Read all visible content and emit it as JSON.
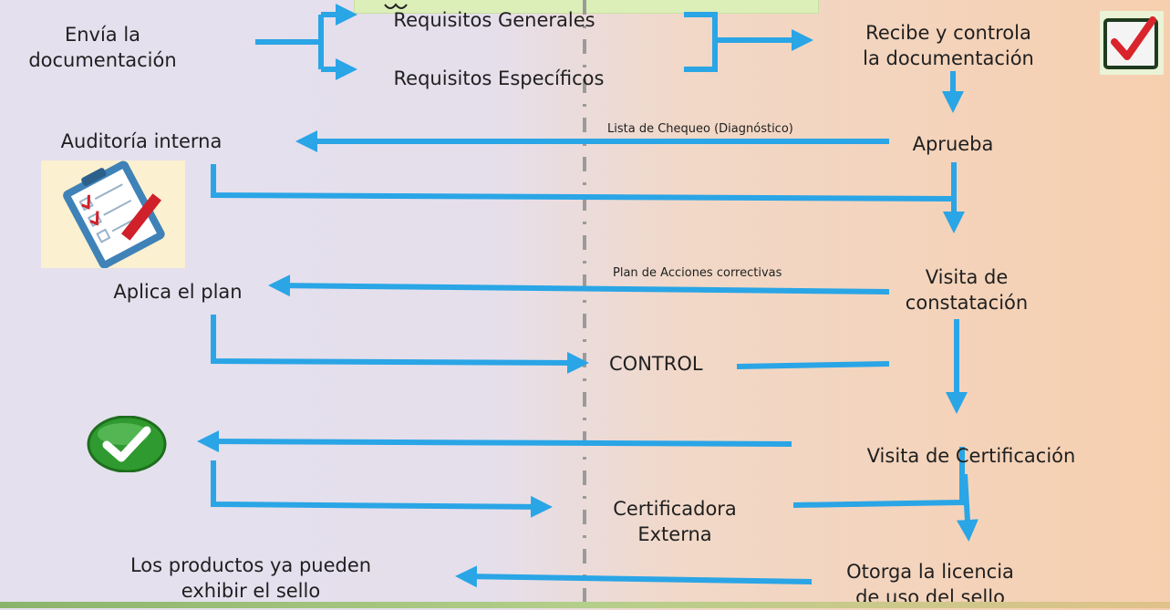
{
  "colors": {
    "arrow": "#2aa5e6",
    "divider": "#9a9a9a",
    "text": "#1f1f1f"
  },
  "left": {
    "send_docs": [
      "Envía la",
      "documentación"
    ],
    "internal_audit": "Auditoría interna",
    "apply_plan": "Aplica el plan",
    "products_seal": [
      "Los productos ya pueden",
      "exhibir el sello"
    ]
  },
  "middle": {
    "requirements_general": "Requisitos Generales",
    "requirements_specific": "Requisitos Específicos",
    "checklist_label": "Lista de Chequeo (Diagnóstico)",
    "corrective_plan_label": "Plan de Acciones correctivas",
    "control": "CONTROL",
    "external_certifier": [
      "Certificadora",
      "Externa"
    ]
  },
  "right": {
    "receive_control": [
      "Recibe y controla",
      "la documentación"
    ],
    "approves": "Aprueba",
    "verification_visit": [
      "Visita de",
      "constatación"
    ],
    "certification_visit": "Visita de Certificación",
    "grant_license": [
      "Otorga la licencia",
      "de uso del sello"
    ]
  },
  "icons": {
    "checkbox": "checkbox-checked-icon",
    "clipboard": "checklist-clipboard-icon",
    "checkmark": "green-checkmark-icon"
  }
}
